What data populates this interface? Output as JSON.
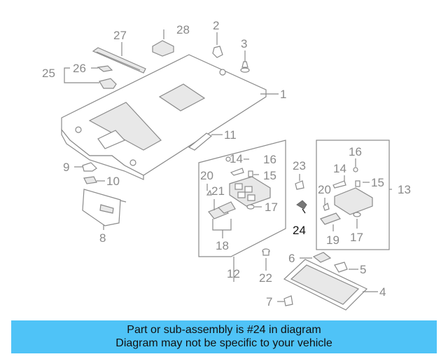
{
  "diagram": {
    "callouts": {
      "c1": "1",
      "c2": "2",
      "c3": "3",
      "c4": "4",
      "c5": "5",
      "c6": "6",
      "c7": "7",
      "c8": "8",
      "c9": "9",
      "c10": "10",
      "c11": "11",
      "c12": "12",
      "c13": "13",
      "c14a": "14",
      "c14b": "14",
      "c15a": "15",
      "c15b": "15",
      "c16a": "16",
      "c16b": "16",
      "c17a": "17",
      "c17b": "17",
      "c18": "18",
      "c19": "19",
      "c20a": "20",
      "c20b": "20",
      "c21": "21",
      "c22": "22",
      "c23": "23",
      "c24": "24",
      "c25": "25",
      "c26": "26",
      "c27": "27",
      "c28": "28"
    },
    "highlight_color": "#111111",
    "line_color": "#8a8a8a"
  },
  "banner": {
    "line1": "Part or sub-assembly is #24 in diagram",
    "line2": "Diagram may not be specific to your vehicle",
    "background": "#4fc3f7"
  }
}
